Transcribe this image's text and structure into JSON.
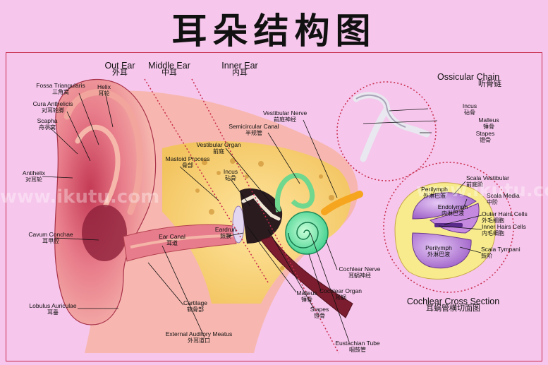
{
  "title": "耳朵结构图",
  "sections": {
    "outer": {
      "en": "Out Ear",
      "zh": "外耳"
    },
    "middle": {
      "en": "Middle Ear",
      "zh": "中耳"
    },
    "inner": {
      "en": "Inner Ear",
      "zh": "内耳"
    }
  },
  "labels": {
    "fossa": {
      "en": "Fossa Triangularis",
      "zh": "三角窝"
    },
    "helix": {
      "en": "Helix",
      "zh": "耳轮"
    },
    "cura": {
      "en": "Cura Anthelicis",
      "zh": "对耳轮脚"
    },
    "scapha": {
      "en": "Scapha",
      "zh": "舟状窝"
    },
    "antihelix": {
      "en": "Antihelix",
      "zh": "对耳轮"
    },
    "cavum": {
      "en": "Cavum Conchae",
      "zh": "耳甲腔"
    },
    "lobulus": {
      "en": "Lobulus Auriculae",
      "zh": "耳垂"
    },
    "mastoid": {
      "en": "Mastoid Process",
      "zh": "骨部"
    },
    "incus": {
      "en": "Incus",
      "zh": "砧骨"
    },
    "vestibular_organ": {
      "en": "Vestibular Organ",
      "zh": "前庭"
    },
    "semicircular": {
      "en": "Semicircular Canal",
      "zh": "半规管"
    },
    "vestibular_nerve": {
      "en": "Vestibular Nerve",
      "zh": "前庭神经"
    },
    "ear_canal": {
      "en": "Ear Canal",
      "zh": "耳道"
    },
    "eardrum": {
      "en": "Eardrun",
      "zh": "鼓膜"
    },
    "cartilage": {
      "en": "Cartilage",
      "zh": "软骨部"
    },
    "meatus": {
      "en": "External Auditory Meatus",
      "zh": "外耳道口"
    },
    "malleus": {
      "en": "Malleus",
      "zh": "锤骨"
    },
    "stapes": {
      "en": "Stapes",
      "zh": "镫骨"
    },
    "cochlear_nerve": {
      "en": "Cochlear Nerve",
      "zh": "耳蜗神经"
    },
    "cochlear_organ": {
      "en": "Cochlear Organ",
      "zh": "耳蜗"
    },
    "eustachian": {
      "en": "Eustachian Tube",
      "zh": "咽鼓管"
    }
  },
  "ossicular": {
    "title_en": "Ossicular Chain",
    "title_zh": "听骨链",
    "incus": {
      "en": "Incus",
      "zh": "砧骨"
    },
    "malleus": {
      "en": "Malleus",
      "zh": "锤骨"
    },
    "stapes": {
      "en": "Stapes",
      "zh": "镫骨"
    }
  },
  "cochlear_section": {
    "title_en": "Cochlear Cross Section",
    "title_zh": "耳蜗管横切面图",
    "perilymph_top": {
      "en": "Perilymph",
      "zh": "外淋巴液"
    },
    "endolymph": {
      "en": "Endolymph",
      "zh": "内淋巴液"
    },
    "perilymph_bottom": {
      "en": "Perilymph",
      "zh": "外淋巴液"
    },
    "scala_vestibuli": {
      "en": "Scala Vestibular",
      "zh": "前庭阶"
    },
    "scala_media": {
      "en": "Scala Media",
      "zh": "中阶"
    },
    "outer_hair": {
      "en": "Outer Hairs Cells",
      "zh": "外毛细胞"
    },
    "inner_hair": {
      "en": "Inner Hairs Cells",
      "zh": "内毛细胞"
    },
    "scala_tympani": {
      "en": "Scala Tympani",
      "zh": "鼓阶"
    }
  },
  "watermark": "www.ikutu.com"
}
